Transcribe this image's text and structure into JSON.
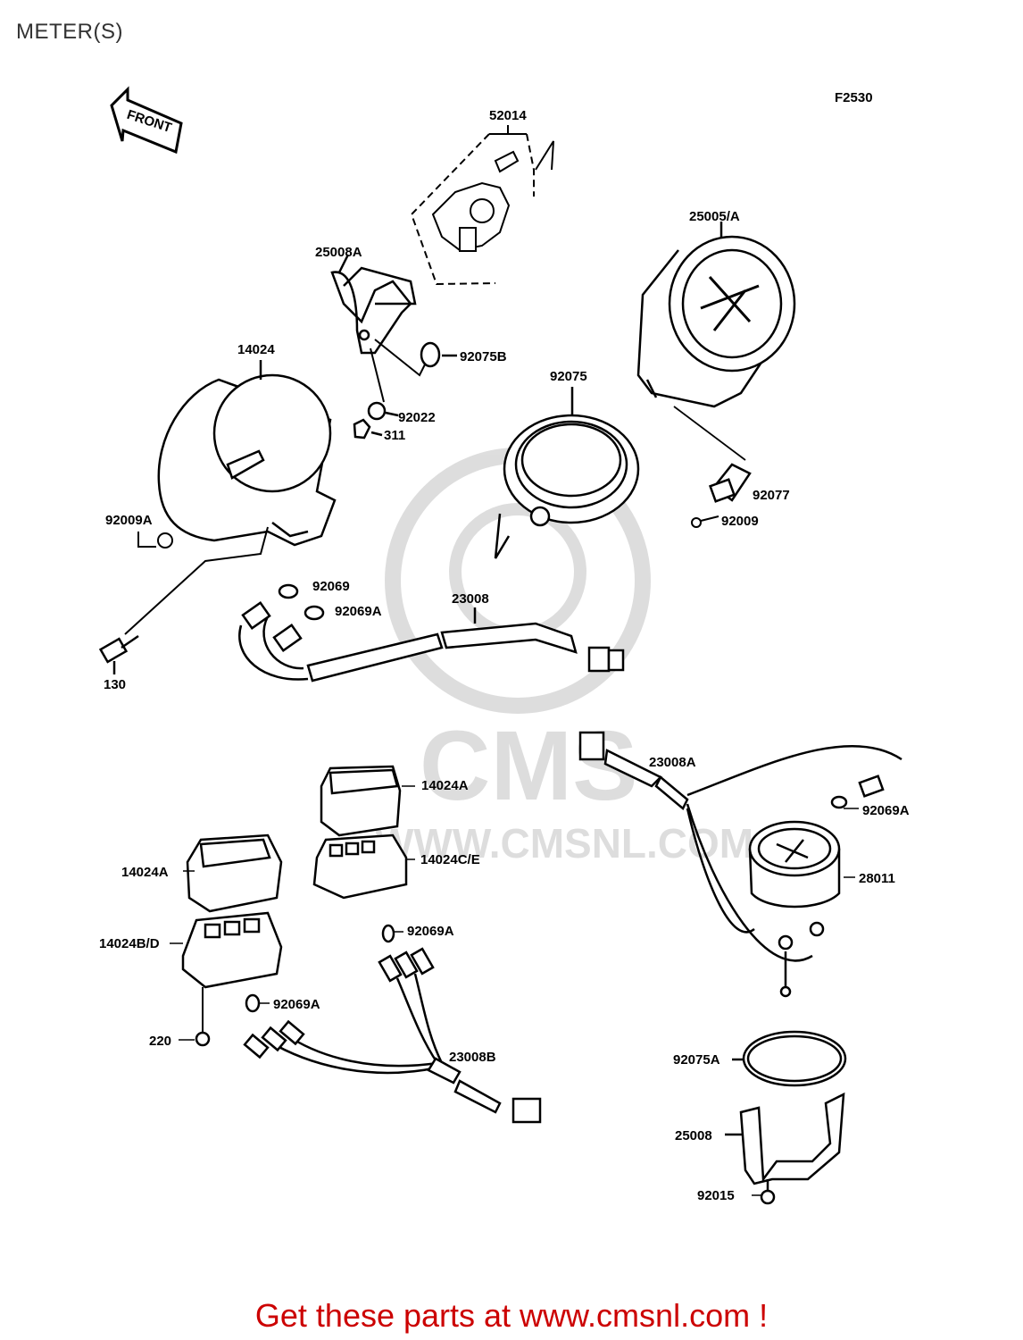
{
  "page_title": "METER(S)",
  "figure_code": "F2530",
  "front_label": "FRONT",
  "watermark": {
    "brand": "CMS",
    "url": "WWW.CMSNL.COM"
  },
  "part_labels": {
    "p52014": "52014",
    "p25008A": "25008A",
    "p25005A": "25005/A",
    "p14024": "14024",
    "p92075B": "92075B",
    "p92075": "92075",
    "p92022": "92022",
    "p311": "311",
    "p92077": "92077",
    "p92009": "92009",
    "p92009A": "92009A",
    "p92069": "92069",
    "p92069A_1": "92069A",
    "p23008": "23008",
    "p130": "130",
    "p23008A": "23008A",
    "p92069A_2": "92069A",
    "p14024A_1": "14024A",
    "p14024CE": "14024C/E",
    "p28011": "28011",
    "p14024A_2": "14024A",
    "p14024BD": "14024B/D",
    "p92069A_3": "92069A",
    "p92069A_4": "92069A",
    "p220": "220",
    "p23008B": "23008B",
    "p92075A": "92075A",
    "p25008": "25008",
    "p92015": "92015"
  },
  "footer": {
    "text": "Get these parts at www.cmsnl.com !",
    "color": "#cc0000"
  }
}
